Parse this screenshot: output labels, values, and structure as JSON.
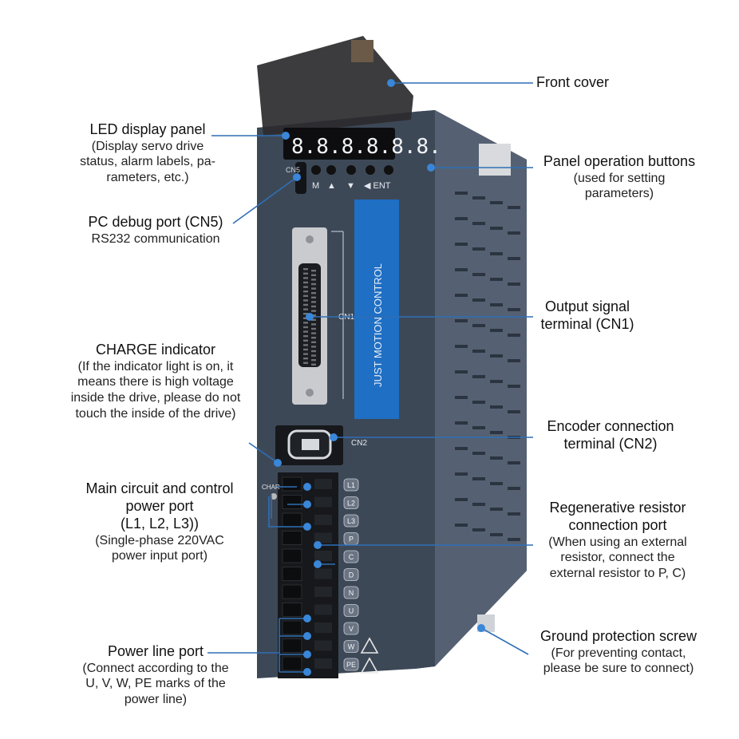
{
  "labels": {
    "front_cover": {
      "title": "Front cover"
    },
    "led_panel": {
      "title": "LED display panel",
      "desc": [
        "(Display servo drive",
        "status, alarm labels, pa-",
        "rameters, etc.)"
      ]
    },
    "panel_buttons": {
      "title": "Panel operation buttons",
      "desc": [
        "(used for setting",
        "parameters)"
      ]
    },
    "pc_debug": {
      "title": "PC debug port (CN5)",
      "desc": [
        "RS232 communication"
      ]
    },
    "output_signal": {
      "title": "Output signal",
      "title2": "terminal (CN1)"
    },
    "charge": {
      "title": "CHARGE indicator",
      "desc": [
        "(If the indicator light is on, it",
        "means there is high voltage",
        "inside the drive, please do not",
        "touch the inside of the drive)"
      ]
    },
    "encoder": {
      "title": "Encoder connection",
      "title2": "terminal (CN2)"
    },
    "main_circuit": {
      "title": "Main circuit and control",
      "title2": "power port",
      "title3": "(L1, L2, L3))",
      "desc": [
        "(Single-phase 220VAC",
        "power input port)"
      ]
    },
    "regen": {
      "title": "Regenerative resistor",
      "title2": "connection port",
      "desc": [
        "(When using an external",
        "resistor, connect the",
        "external resistor to P, C)"
      ]
    },
    "power_line": {
      "title": "Power line port",
      "desc": [
        "(Connect according to the",
        "U, V, W, PE marks of the",
        "power line)"
      ]
    },
    "ground": {
      "title": "Ground protection screw",
      "desc": [
        "(For preventing contact,",
        "please be sure to connect)"
      ]
    }
  },
  "device": {
    "brand_text": "JUST MOTION CONTROL",
    "led_digits": "8.8.8.8.8.8.",
    "button_labels": [
      "M",
      "▲",
      "▼",
      "◀ ENT"
    ],
    "cn5_label": "CN5",
    "cn1_label": "CN1",
    "cn2_label": "CN2",
    "charge_label": "CHAR",
    "terminal_labels": [
      "L1",
      "L2",
      "L3",
      "P",
      "C",
      "D",
      "N",
      "U",
      "V",
      "W",
      "PE"
    ]
  },
  "colors": {
    "leader_line": "#2f6fb6",
    "dot": "#3a86d8",
    "body": "#3b4656",
    "side": "#4a5566",
    "accent_stripe": "#1f72c8"
  }
}
